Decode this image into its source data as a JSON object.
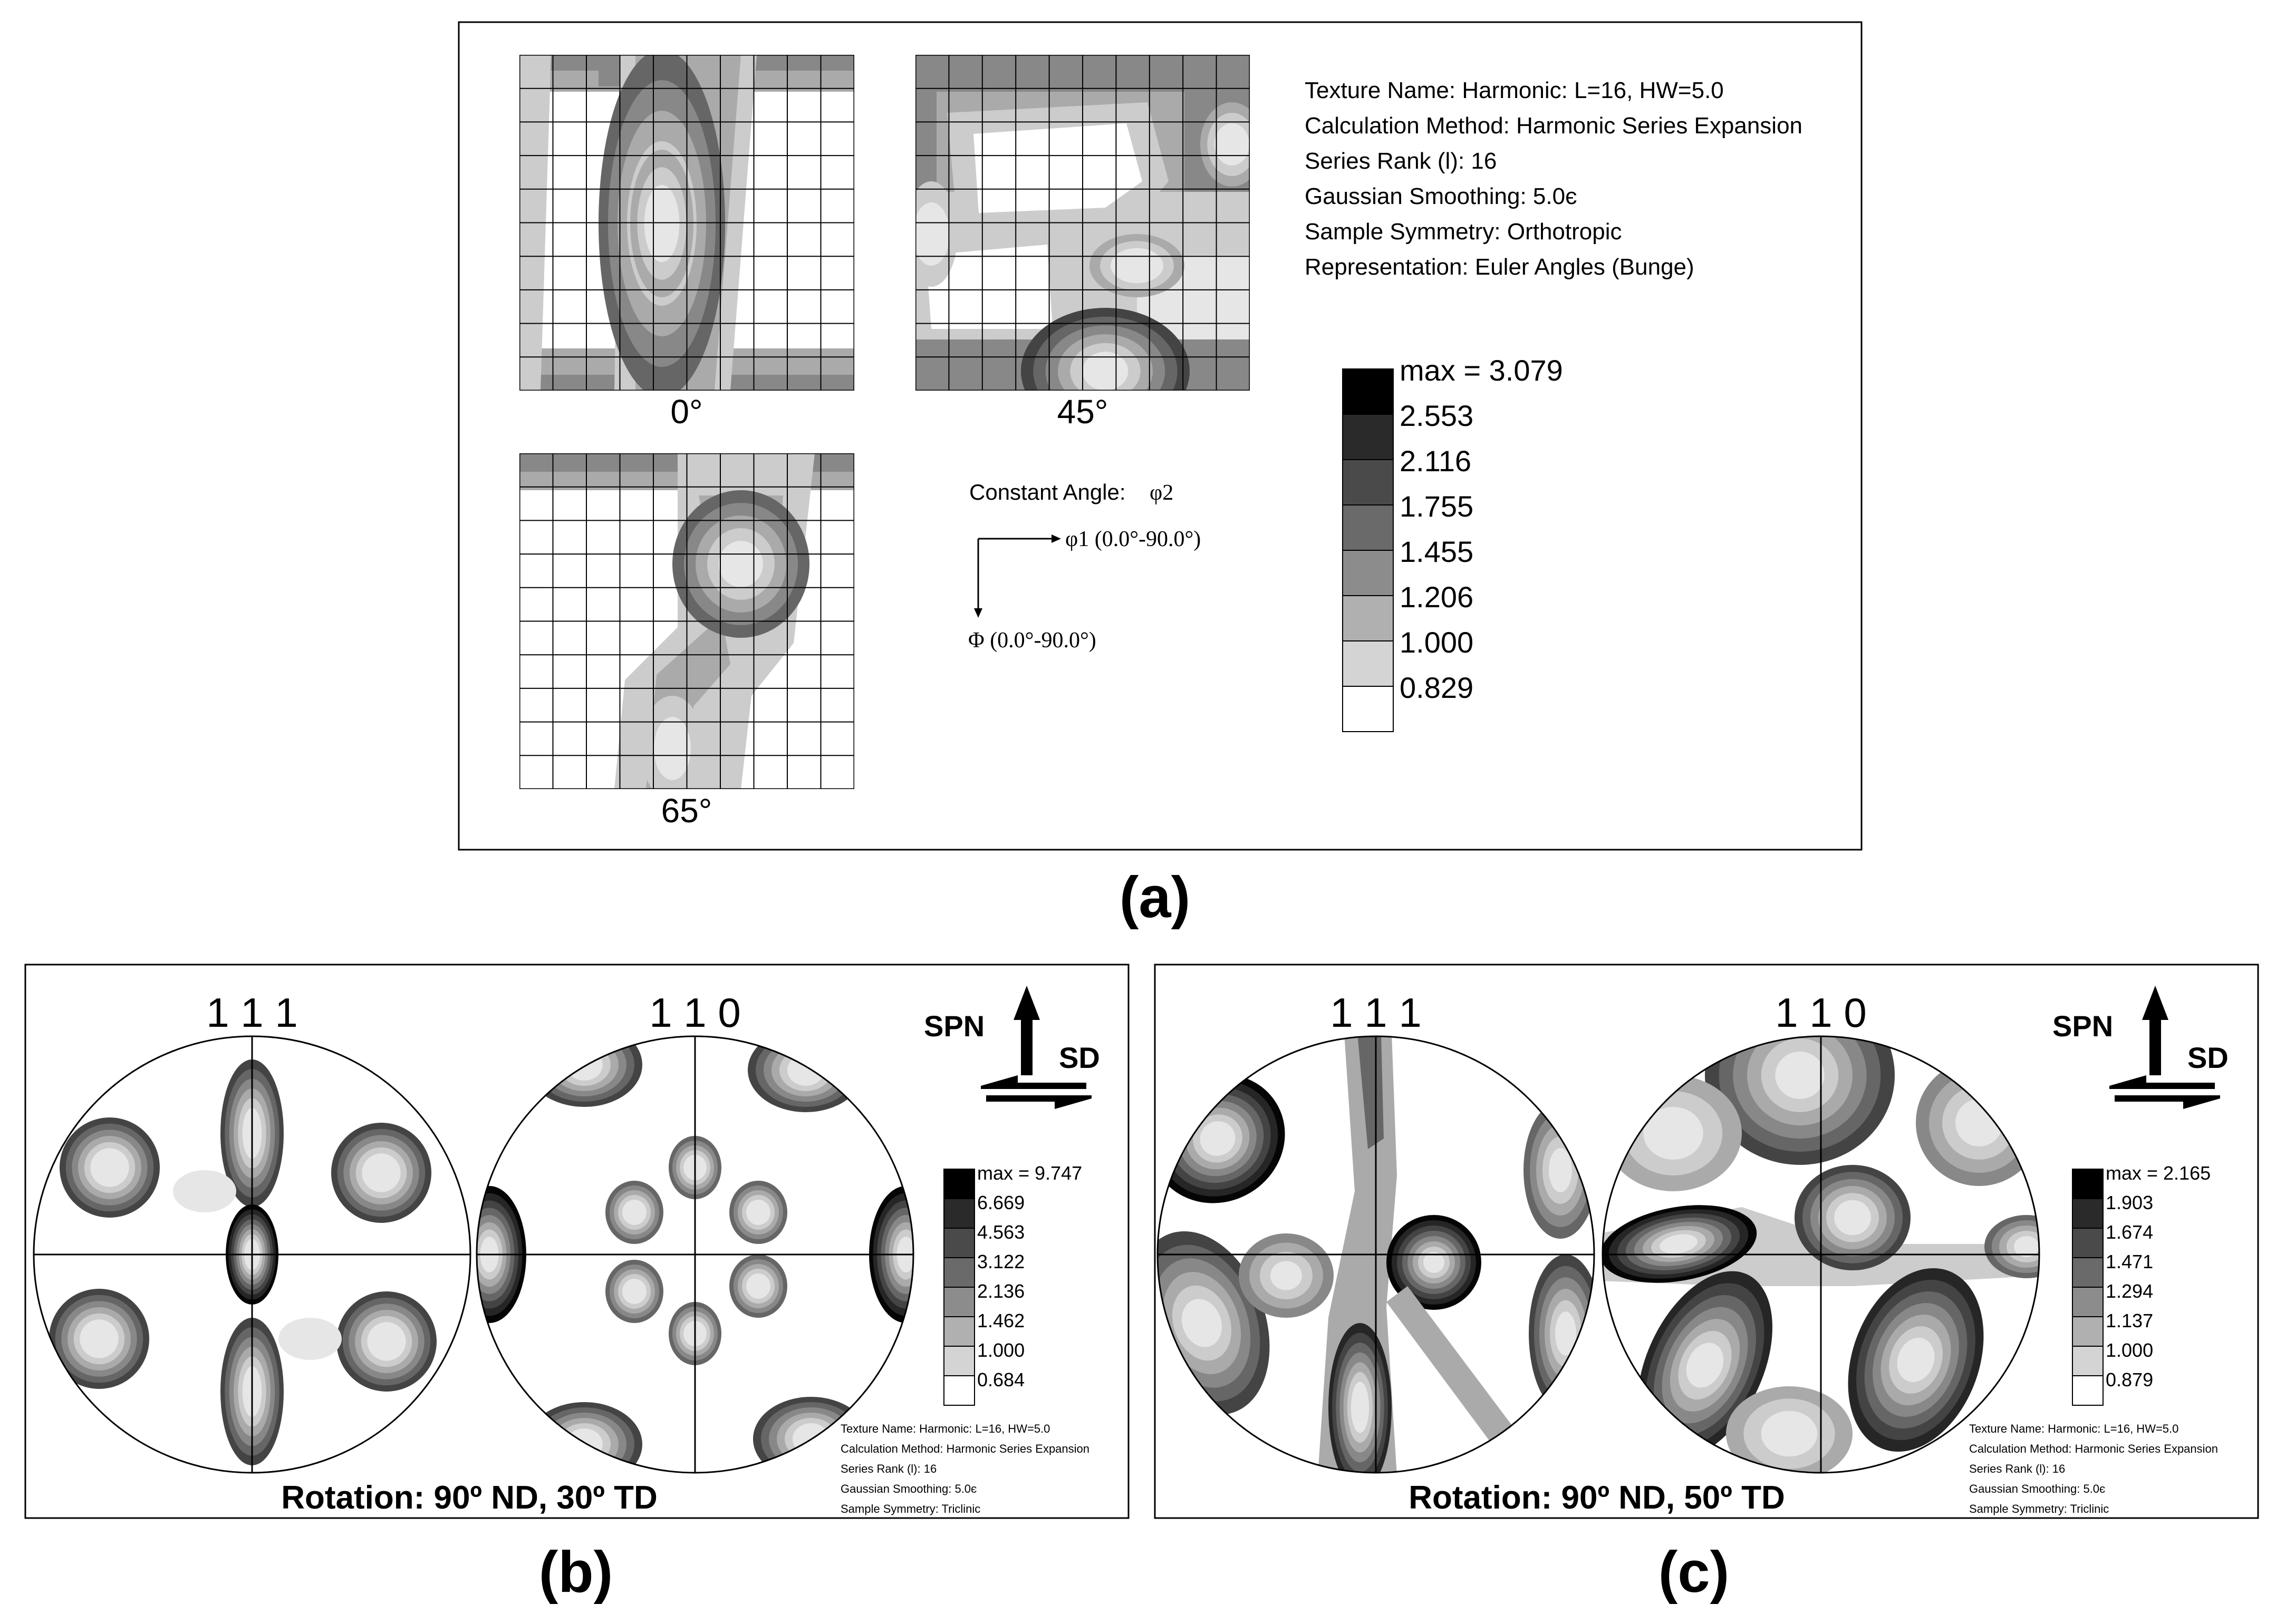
{
  "panel_a": {
    "label": "(a)",
    "sections": [
      "0°",
      "45°",
      "65°"
    ],
    "info": [
      "Texture Name: Harmonic: L=16, HW=5.0",
      "Calculation Method: Harmonic Series Expansion",
      "Series Rank (l): 16",
      "Gaussian Smoothing: 5.0є",
      "Sample Symmetry: Orthotropic",
      "Representation: Euler Angles (Bunge)"
    ],
    "constant_angle_label": "Constant Angle:",
    "constant_angle_symbol": "φ2",
    "phi1_label": "φ1 (0.0°-90.0°)",
    "Phi_label": "Φ (0.0°-90.0°)",
    "legend": [
      "max = 3.079",
      "2.553",
      "2.116",
      "1.755",
      "1.455",
      "1.206",
      "1.000",
      "0.829"
    ]
  },
  "panel_b": {
    "label": "(b)",
    "pole_figures": [
      "1 1 1",
      "1 1 0"
    ],
    "rotation": "Rotation: 90º ND, 30º TD",
    "legend": [
      "max = 9.747",
      "6.669",
      "4.563",
      "3.122",
      "2.136",
      "1.462",
      "1.000",
      "0.684"
    ],
    "info": [
      "Texture Name: Harmonic: L=16, HW=5.0",
      "Calculation Method: Harmonic Series Expansion",
      "Series Rank (l): 16",
      "Gaussian Smoothing: 5.0є",
      "Sample Symmetry: Triclinic"
    ],
    "spn": "SPN",
    "sd": "SD"
  },
  "panel_c": {
    "label": "(c)",
    "pole_figures": [
      "1 1 1",
      "1 1 0"
    ],
    "rotation": "Rotation: 90º ND, 50º TD",
    "legend": [
      "max = 2.165",
      "1.903",
      "1.674",
      "1.471",
      "1.294",
      "1.137",
      "1.000",
      "0.879"
    ],
    "info": [
      "Texture Name: Harmonic: L=16, HW=5.0",
      "Calculation Method: Harmonic Series Expansion",
      "Series Rank (l): 16",
      "Gaussian Smoothing: 5.0є",
      "Sample Symmetry: Triclinic"
    ],
    "spn": "SPN",
    "sd": "SD"
  },
  "shades": [
    "#050505",
    "#262626",
    "#444444",
    "#666666",
    "#888888",
    "#aaaaaa",
    "#cccccc",
    "#e6e6e6",
    "#ffffff"
  ]
}
